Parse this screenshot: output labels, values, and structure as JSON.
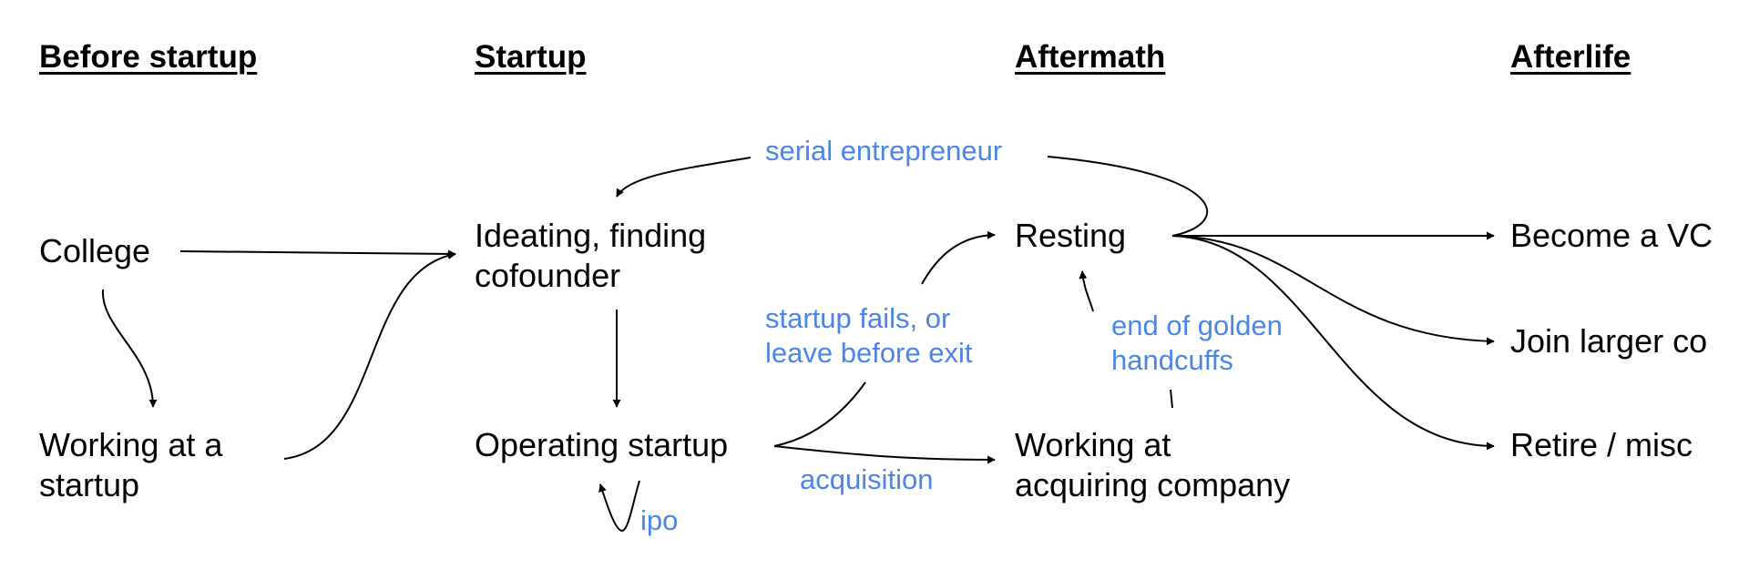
{
  "colors": {
    "node_text": "#000000",
    "edge": "#000000",
    "label": "#4a86e8"
  },
  "headings": {
    "before": "Before startup",
    "startup": "Startup",
    "aftermath": "Aftermath",
    "afterlife": "Afterlife"
  },
  "nodes": {
    "college": "College",
    "working_startup": [
      "Working at a",
      "startup"
    ],
    "ideating": [
      "Ideating, finding",
      "cofounder"
    ],
    "operating": "Operating startup",
    "resting": "Resting",
    "working_acquiring": [
      "Working at",
      "acquiring company"
    ],
    "vc": "Become a VC",
    "larger": "Join larger co",
    "retire": "Retire / misc"
  },
  "labels": {
    "serial": "serial entrepreneur",
    "fails": [
      "startup fails, or",
      "leave before exit"
    ],
    "golden": [
      "end of golden",
      "handcuffs"
    ],
    "acquisition": "acquisition",
    "ipo": "ipo"
  }
}
